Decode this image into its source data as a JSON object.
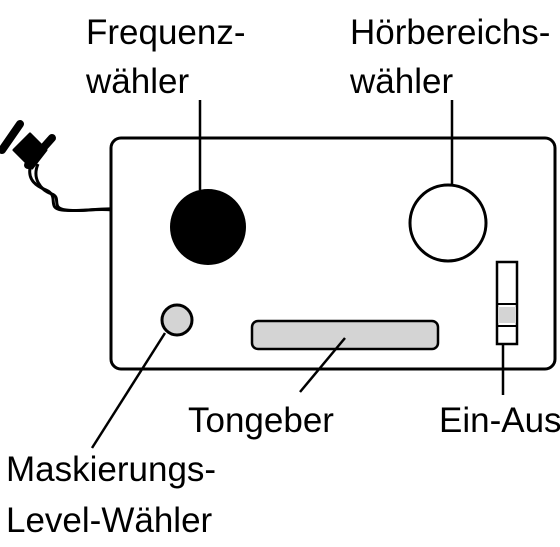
{
  "labels": {
    "frequency_selector": [
      "Frequenz-",
      "wähler"
    ],
    "hearing_range_selector": [
      "Hörbereichs-",
      "wähler"
    ],
    "tone_generator": "Tongeber",
    "on_off": "Ein-Aus",
    "masking_level_selector": [
      "Maskierungs-",
      "Level-Wähler"
    ]
  },
  "colors": {
    "stroke": "#000000",
    "knob_dark": "#000000",
    "knob_light": "#ffffff",
    "gray_fill": "#d4d4d4"
  }
}
